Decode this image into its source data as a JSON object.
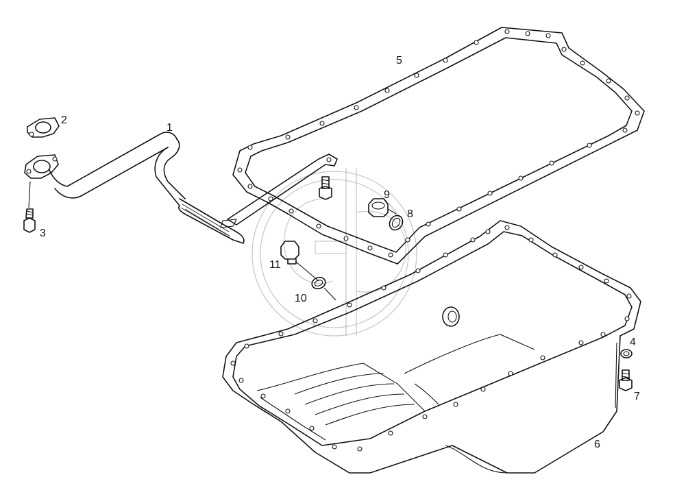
{
  "callouts": [
    {
      "id": "c1",
      "text": "1"
    },
    {
      "id": "c2",
      "text": "2"
    },
    {
      "id": "c3",
      "text": "3"
    },
    {
      "id": "c4",
      "text": "4"
    },
    {
      "id": "c5",
      "text": "5"
    },
    {
      "id": "c6",
      "text": "6"
    },
    {
      "id": "c7",
      "text": "7"
    },
    {
      "id": "c8",
      "text": "8"
    },
    {
      "id": "c9",
      "text": "9"
    },
    {
      "id": "c10",
      "text": "10"
    },
    {
      "id": "c11",
      "text": "11"
    }
  ],
  "colors": {
    "line": "#111111",
    "watermark": "#c8c8c8",
    "background": "#ffffff"
  }
}
